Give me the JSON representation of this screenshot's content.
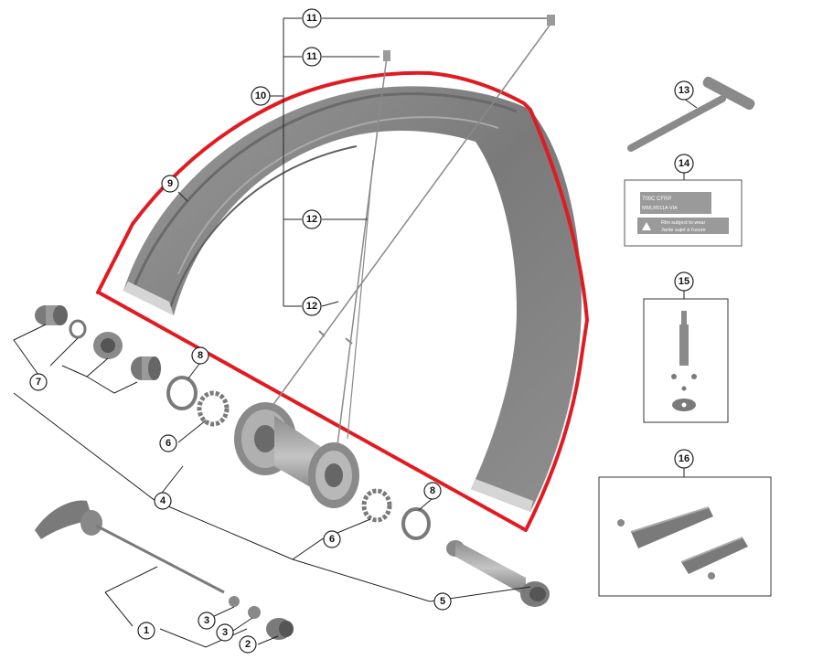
{
  "diagram": {
    "callouts": [
      {
        "id": "c1",
        "number": "1"
      },
      {
        "id": "c2",
        "number": "2"
      },
      {
        "id": "c3a",
        "number": "3"
      },
      {
        "id": "c3b",
        "number": "3"
      },
      {
        "id": "c4",
        "number": "4"
      },
      {
        "id": "c5",
        "number": "5"
      },
      {
        "id": "c6a",
        "number": "6"
      },
      {
        "id": "c6b",
        "number": "6"
      },
      {
        "id": "c7",
        "number": "7"
      },
      {
        "id": "c8a",
        "number": "8"
      },
      {
        "id": "c8b",
        "number": "8"
      },
      {
        "id": "c9",
        "number": "9"
      },
      {
        "id": "c10",
        "number": "10"
      },
      {
        "id": "c11a",
        "number": "11"
      },
      {
        "id": "c11b",
        "number": "11"
      },
      {
        "id": "c12a",
        "number": "12"
      },
      {
        "id": "c12b",
        "number": "12"
      },
      {
        "id": "c13",
        "number": "13"
      },
      {
        "id": "c14",
        "number": "14"
      },
      {
        "id": "c15",
        "number": "15"
      },
      {
        "id": "c16",
        "number": "16"
      }
    ],
    "rim_label": {
      "line1": "700C CFRP",
      "line2": "M66,R511A VIA",
      "line3": "Rim subject to wear",
      "line4": "Jante sujet à l'usure"
    },
    "highlight_color": "#e01b22",
    "part_color": "#8a8a8a"
  }
}
